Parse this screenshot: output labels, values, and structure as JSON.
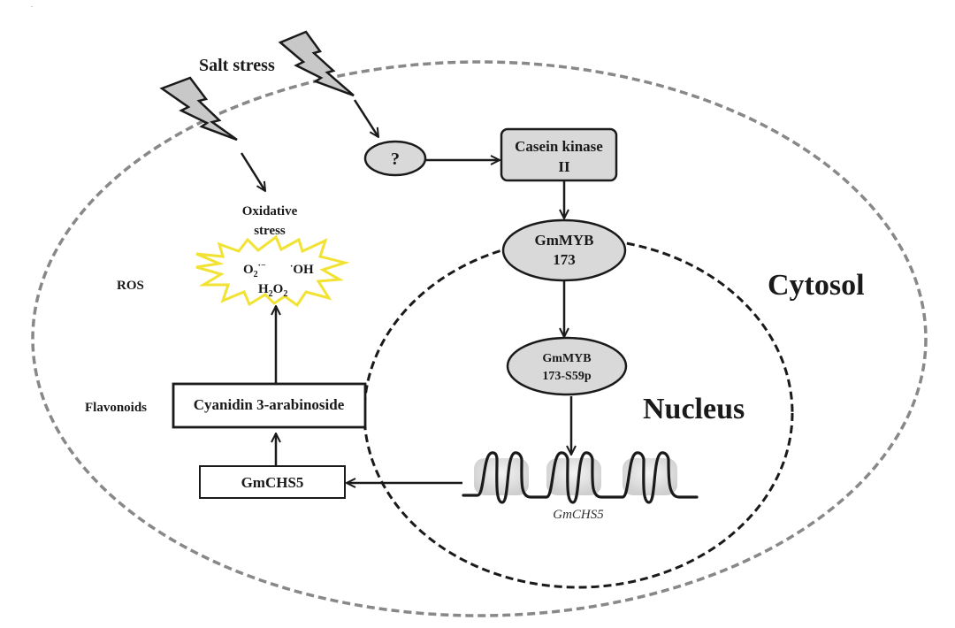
{
  "diagram": {
    "compartments": {
      "cytosol": "Cytosol",
      "nucleus": "Nucleus"
    },
    "stimuli": {
      "salt_stress": "Salt stress"
    },
    "nodes": {
      "unknown": "?",
      "casein_kinase_line1": "Casein kinase",
      "casein_kinase_line2": "II",
      "gmmyb173_line1": "GmMYB",
      "gmmyb173_line2": "173",
      "gmmyb173p_line1": "GmMYB",
      "gmmyb173p_line2": "173-S59p",
      "gene_label": "GmCHS5",
      "gmchs5_box": "GmCHS5",
      "cyanidin_box": "Cyanidin 3-arabinoside"
    },
    "side_labels": {
      "flavonoids": "Flavonoids",
      "ros": "ROS",
      "oxidative_line1": "Oxidative",
      "oxidative_line2": "stress"
    },
    "ros_species": {
      "superoxide_base": "O",
      "superoxide_sub": "2",
      "superoxide_sup": "·−",
      "hydroxyl_dot": "·",
      "hydroxyl": "OH",
      "h2o2_h": "H",
      "h2o2_sub1": "2",
      "h2o2_o": "O",
      "h2o2_sub2": "2"
    },
    "colors": {
      "node_fill": "#d9d9d9",
      "stroke": "#1a1a1a",
      "cytosol_border": "#808080",
      "ros_burst": "#f2e233",
      "bolt_fill": "#c8c8c8"
    },
    "corner_mark": "."
  }
}
